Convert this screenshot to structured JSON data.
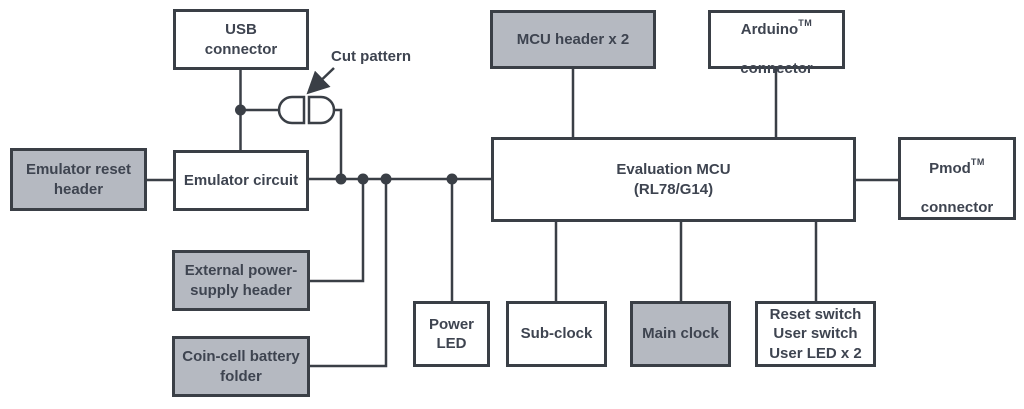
{
  "colors": {
    "line": "#3a3f46",
    "box_border": "#3a3f46",
    "gray_fill": "#b5b9c1",
    "white_fill": "#ffffff",
    "text": "#3e4450"
  },
  "nodes": {
    "usb_connector": {
      "label": "USB\nconnector"
    },
    "mcu_header": {
      "label": "MCU header x 2"
    },
    "arduino_connector": {
      "name": "Arduino",
      "tm": "TM",
      "line2": "connector"
    },
    "emulator_reset_header": {
      "label": "Emulator reset\nheader"
    },
    "emulator_circuit": {
      "label": "Emulator circuit"
    },
    "evaluation_mcu": {
      "label": "Evaluation MCU\n(RL78/G14)"
    },
    "pmod_connector": {
      "name": "Pmod",
      "tm": "TM",
      "line2": "connector"
    },
    "external_power_supply_header": {
      "label": "External power-\nsupply header"
    },
    "coin_cell_battery_folder": {
      "label": "Coin-cell battery\nfolder"
    },
    "power_led": {
      "label": "Power\nLED"
    },
    "sub_clock": {
      "label": "Sub-clock"
    },
    "main_clock": {
      "label": "Main clock"
    },
    "reset_user_switch_led": {
      "label": "Reset switch\nUser switch\nUser LED x 2"
    }
  },
  "annotations": {
    "cut_pattern": "Cut pattern"
  }
}
